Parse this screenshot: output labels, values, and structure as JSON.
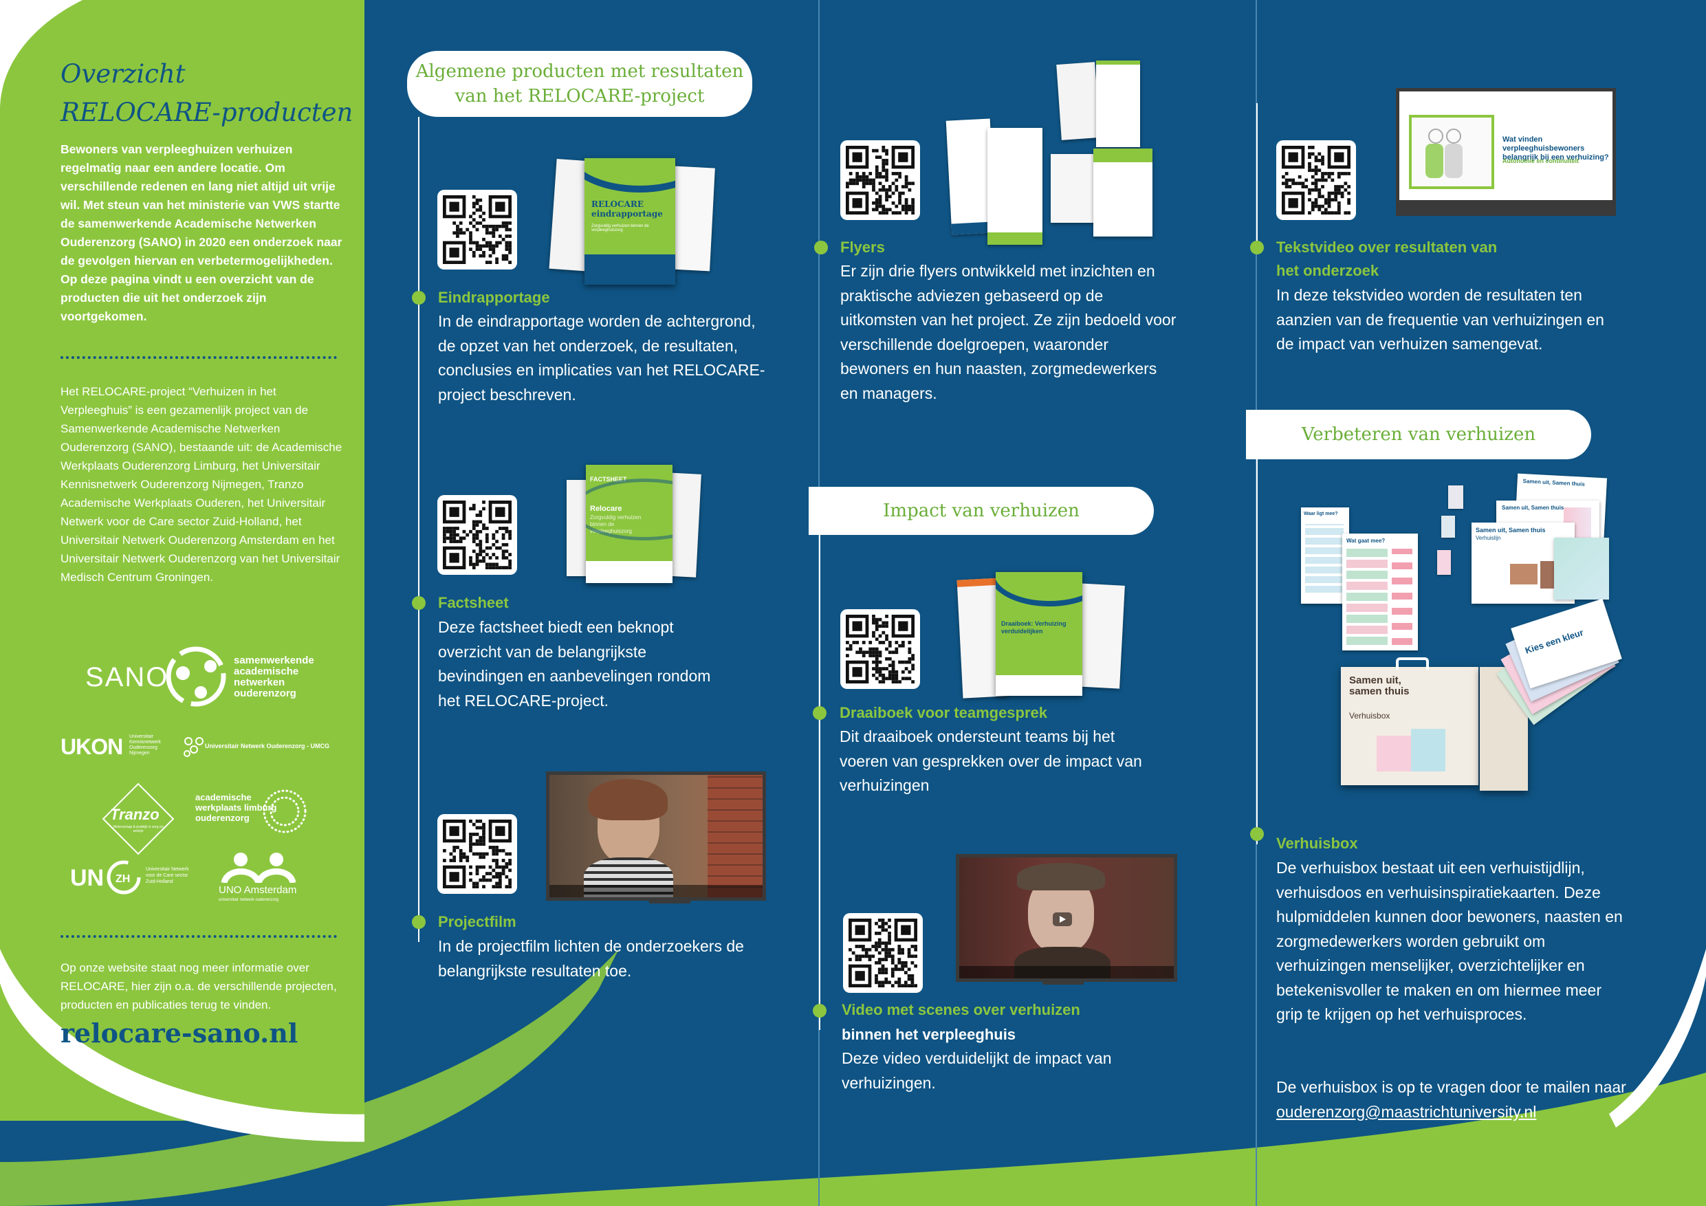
{
  "sidebar": {
    "title_line1": "Overzicht",
    "title_line2": "RELOCARE-producten",
    "intro": "Bewoners van verpleeghuizen verhuizen regelmatig naar een andere locatie. Om verschillende redenen en lang niet altijd uit vrije wil. Met steun van het ministerie van VWS startte de samenwerkende Academische Netwerken Ouderenzorg (SANO) in 2020 een onderzoek naar de gevolgen hiervan en verbetermogelijkheden. Op deze pagina vindt u een overzicht van de producten die uit het onderzoek zijn voortgekomen.",
    "project_text": "Het RELOCARE-project “Verhuizen in het Verpleeghuis” is een gezamenlijk project van de Samenwerkende Academische Netwerken Ouderenzorg (SANO), bestaande uit: de Academische Werkplaats Ouderenzorg Limburg, het Universitair Kennisnetwerk Ouderenzorg Nijmegen, Tranzo Academische Werkplaats Ouderen, het Universitair Netwerk voor de Care sector Zuid-Holland, het Universitair Netwerk Ouderenzorg Amsterdam en het Universitair Netwerk Ouderenzorg van het Universitair Medisch Centrum Groningen.",
    "footer_text": "Op onze website staat nog meer informatie over RELOCARE, hier zijn o.a. de verschillende projecten, producten en publicaties terug te vinden.",
    "url": "relocare-sano.nl",
    "logos": {
      "sano_word": "SANO",
      "sano_sub": [
        "samenwerkende",
        "academische",
        "netwerken",
        "ouderenzorg"
      ],
      "ukon": "UKON",
      "ukon_sub": [
        "Universitair",
        "Kennisnetwerk",
        "Ouderenzorg",
        "Nijmegen"
      ],
      "umcg": "Universitair Netwerk Ouderenzorg - UMCG",
      "tranzo": "Tranzo",
      "tranzo_sub": "Wetenschap & praktijk in zorg en welzijn",
      "awo_lines": [
        "academische",
        "werkplaats limburg",
        "ouderenzorg"
      ],
      "unc_zh": "UNC ZH",
      "unc_sub": [
        "Universitair Netwerk",
        "voor de Care sector",
        "Zuid-Holland"
      ],
      "uno": "UNO Amsterdam",
      "uno_sub": "universitair netwerk ouderenzorg"
    }
  },
  "sections": {
    "general": "Algemene producten met resultaten van het RELOCARE-project",
    "impact": "Impact van verhuizen",
    "improve": "Verbeteren van verhuizen"
  },
  "items": {
    "eindrapportage": {
      "title": "Eindrapportage",
      "text": "In de eindrapportage worden de achtergrond, de opzet van het onderzoek, de resultaten, conclusies en implicaties van het RELOCARE-project beschreven.",
      "cover_title": "RELOCARE eindrapportage",
      "cover_sub": "Zorgvuldig verhuizen binnen de verpleeghuiszorg"
    },
    "factsheet": {
      "title": "Factsheet",
      "text": "Deze factsheet biedt een beknopt overzicht van de belangrijkste bevindingen en aanbevelingen rondom het RELOCARE-project.",
      "cover_label": "FACTSHEET",
      "cover_title": "Relocare",
      "cover_sub": "Zorgvuldig verhuizen binnen de verpleeghuiszorg"
    },
    "projectfilm": {
      "title": "Projectfilm",
      "text": "In de projectfilm lichten de onderzoekers de belangrijkste resultaten toe."
    },
    "flyers": {
      "title": "Flyers",
      "text": "Er zijn drie  flyers ontwikkeld met inzichten en praktische adviezen gebaseerd op de uitkomsten van het project. Ze zijn bedoeld voor verschillende doelgroepen, waaronder bewoners en hun naasten, zorgmedewerkers en managers."
    },
    "draaiboek": {
      "title": "Draaiboek voor teamgesprek",
      "text": "Dit draaiboek ondersteunt teams bij het voeren van gesprekken over de impact van verhuizingen",
      "cover_title": "Draaiboek: Verhuizing verduidelijken"
    },
    "video": {
      "title": "Video met scenes over verhuizen",
      "subtitle": "binnen het verpleeghuis",
      "text": "Deze video verduidelijkt de impact van verhuizingen."
    },
    "tekstvideo": {
      "title_line1": "Tekstvideo over resultaten van",
      "title_line2": "het onderzoek",
      "text": "In deze tekstvideo worden de resultaten ten aanzien van de frequentie van verhuizingen en de  impact van verhuizen samengevat.",
      "slide_title": "Wat vinden verpleeghuisbewoners belangrijk bij een verhuizing?",
      "slide_sub": "Autonomie en continuïteit"
    },
    "verhuisbox": {
      "title": "Verhuisbox",
      "text": "De verhuisbox bestaat uit een verhuistijdlijn, verhuisdoos en verhuisinspiratiekaarten. Deze hulpmiddelen kunnen door bewoners, naasten en zorgmedewerkers worden gebruikt om verhuizingen menselijker, overzichtelijker en betekenisvoller te maken en om hiermee meer grip te krijgen op het verhuisproces.",
      "contact_prefix": "De verhuisbox is op te vragen door te mailen naar ",
      "email": "ouderenzorg@maastrichtuniversity.nl",
      "box_title": "Samen uit, samen thuis",
      "box_sub": "Verhuisbox",
      "card_title": "Kies een kleur",
      "paper_title": "Samen uit, Samen thuis",
      "paper_sub": "Verhuislijn",
      "sheet_label": "Waar ligt mee?",
      "sheet_label2": "Wat gaat mee?"
    }
  },
  "colors": {
    "navy": "#0f5484",
    "green": "#8cc63f",
    "white": "#ffffff"
  }
}
